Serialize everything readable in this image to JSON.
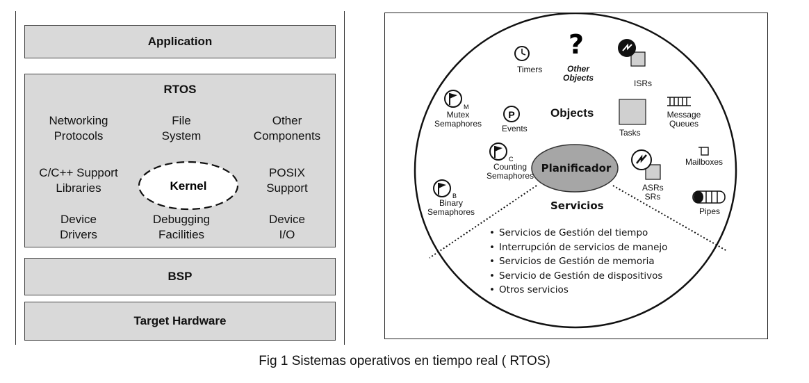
{
  "left": {
    "application": "Application",
    "rtos": {
      "title": "RTOS",
      "networking": [
        "Networking",
        "Protocols"
      ],
      "file_system": [
        "File",
        "System"
      ],
      "other_components": [
        "Other",
        "Components"
      ],
      "cpp_support": [
        "C/C++ Support",
        "Libraries"
      ],
      "kernel": "Kernel",
      "posix": [
        "POSIX",
        "Support"
      ],
      "device_drivers": [
        "Device",
        "Drivers"
      ],
      "debugging": [
        "Debugging",
        "Facilities"
      ],
      "device_io": [
        "Device",
        "I/O"
      ]
    },
    "bsp": "BSP",
    "target_hardware": "Target Hardware"
  },
  "right": {
    "timers": "Timers",
    "other_objects": [
      "Other",
      "Objects"
    ],
    "isrs": "ISRs",
    "mutex": [
      "Mutex",
      "Semaphores"
    ],
    "mutex_sub": "M",
    "events": "Events",
    "objects": "Objects",
    "tasks": "Tasks",
    "message_queues": [
      "Message",
      "Queues"
    ],
    "counting": [
      "Counting",
      "Semaphores"
    ],
    "counting_sub": "C",
    "mailboxes": "Mailboxes",
    "binary": [
      "Binary",
      "Semaphores"
    ],
    "binary_sub": "B",
    "asrs": [
      "ASRs",
      "SRs"
    ],
    "pipes": "Pipes",
    "question_mark": "?",
    "events_glyph": "P",
    "planificador": "Planificador",
    "servicios_title": "Servicios",
    "servicios": [
      "Servicios de Gestión del tiempo",
      "Interrupción de servicios de manejo",
      "Servicios de Gestión de memoria",
      "Servicio de Gestión de dispositivos",
      "Otros servicios"
    ]
  },
  "caption": "Fig 1 Sistemas operativos en tiempo real ( RTOS)",
  "colors": {
    "layer_fill": "#d9d9d9",
    "planificador_fill": "#a6a6a6",
    "tasks_fill": "#d0d0d0"
  }
}
